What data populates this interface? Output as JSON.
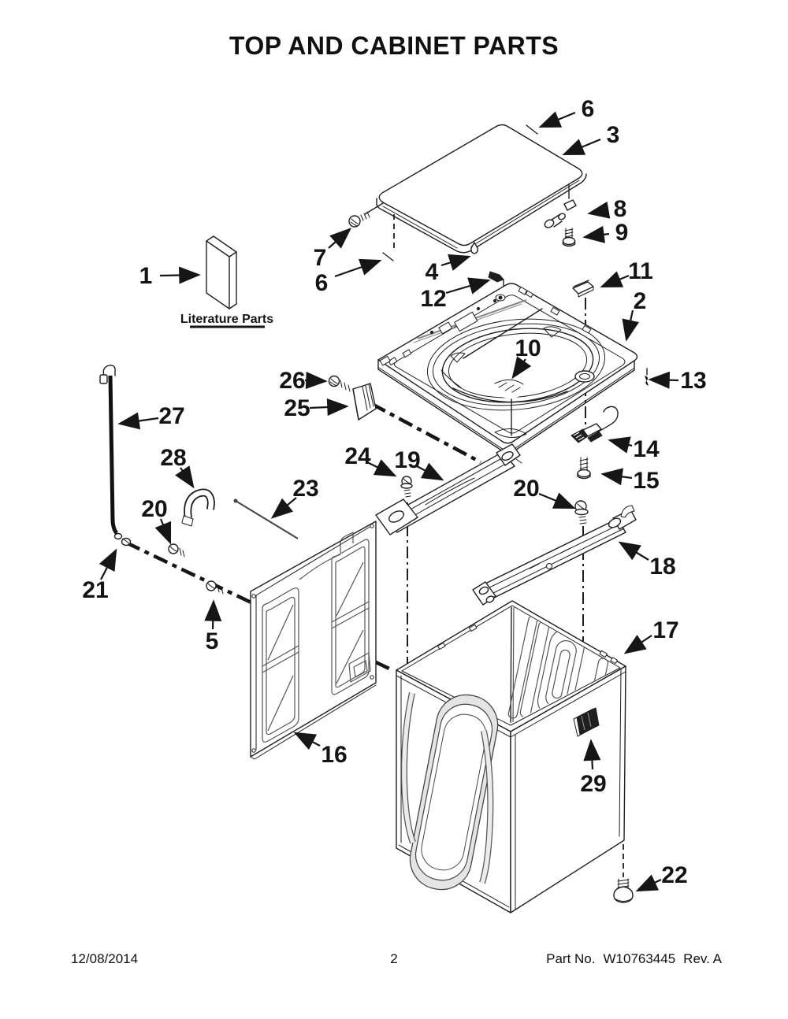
{
  "page": {
    "title": "TOP AND CABINET PARTS",
    "footer": {
      "date": "12/08/2014",
      "page_number": "2",
      "part_label": "Part No.",
      "part_number": "W10763445",
      "revision": "Rev.  A"
    }
  },
  "diagram": {
    "literature_label": "Literature Parts",
    "callouts": {
      "c1": "1",
      "c2": "2",
      "c3": "3",
      "c4": "4",
      "c5": "5",
      "c6a": "6",
      "c6b": "6",
      "c7": "7",
      "c8": "8",
      "c9": "9",
      "c10": "10",
      "c11": "11",
      "c12": "12",
      "c13": "13",
      "c14": "14",
      "c15": "15",
      "c16": "16",
      "c17": "17",
      "c18": "18",
      "c19": "19",
      "c20a": "20",
      "c20b": "20",
      "c21": "21",
      "c22": "22",
      "c23": "23",
      "c24": "24",
      "c25": "25",
      "c26": "26",
      "c27": "27",
      "c28": "28",
      "c29": "29"
    }
  }
}
